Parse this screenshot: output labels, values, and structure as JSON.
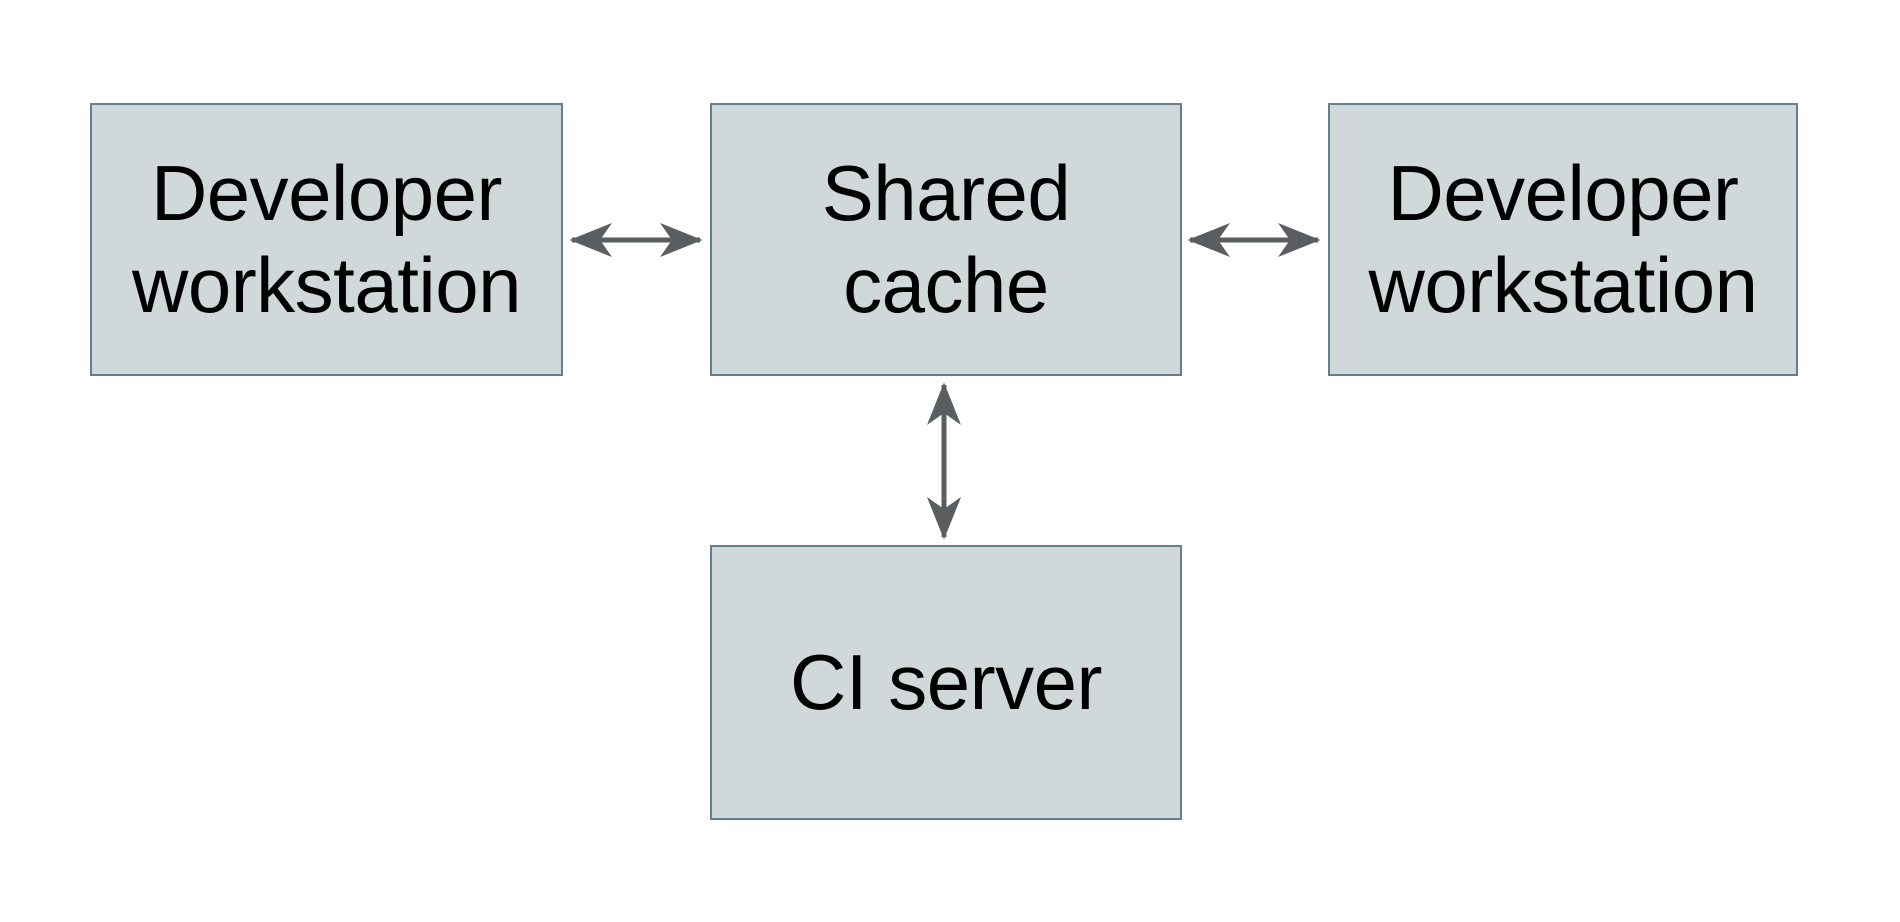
{
  "diagram": {
    "title": "",
    "colors": {
      "background": "#ffffff",
      "node-fill": "#d1d8da",
      "node-border": "#63808f",
      "arrow-color": "#5b5e61",
      "text-color": "#000000"
    },
    "nodes": [
      {
        "id": "developer-workstation-left",
        "label": "Developer\nworkstation"
      },
      {
        "id": "shared-cache",
        "label": "Shared\ncache"
      },
      {
        "id": "developer-workstation-right",
        "label": "Developer\nworkstation"
      },
      {
        "id": "ci-server",
        "label": "CI server"
      }
    ],
    "edges": [
      {
        "from": "developer-workstation-left",
        "to": "shared-cache",
        "bidirectional": true
      },
      {
        "from": "shared-cache",
        "to": "developer-workstation-right",
        "bidirectional": true
      },
      {
        "from": "shared-cache",
        "to": "ci-server",
        "bidirectional": true
      }
    ]
  }
}
